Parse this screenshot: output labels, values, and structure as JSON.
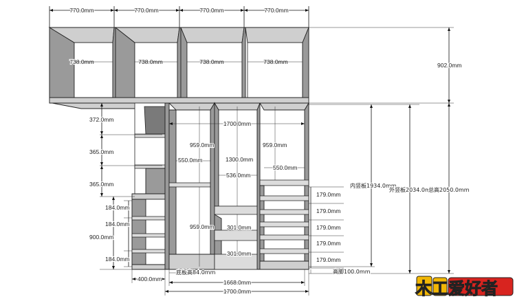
{
  "top_widths": [
    "770.0mm",
    "770.0mm",
    "770.0mm",
    "770.0mm"
  ],
  "top_inner_widths": [
    "738.0mm",
    "738.0mm",
    "738.0mm",
    "738.0mm"
  ],
  "top_height": "902.0mm",
  "left_gaps": [
    "372.0mm",
    "365.0mm",
    "365.0mm"
  ],
  "left_total_height": "900.0mm",
  "left_drawers": [
    "184.0mm",
    "184.0mm",
    "184.0mm"
  ],
  "inner_top_width": "1700.0mm",
  "col_heights": {
    "left": "959.0mm",
    "right": "959.0mm",
    "lower_left": "959.0mm",
    "middle": "1300.0mm"
  },
  "col_widths": {
    "left": "550.0mm",
    "middle": "536.0mm",
    "right": "550.0mm"
  },
  "middle_drawers": [
    "301.0mm",
    "301.0mm"
  ],
  "right_drawers": [
    "179.0mm",
    "179.0mm",
    "179.0mm",
    "179.0mm",
    "179.0mm"
  ],
  "vertical_labels": {
    "inner_panel": "内竖板1934.0mm",
    "outer_panel": "外竖板2034.0mm",
    "total_height": "总高2050.0mm"
  },
  "bottom": {
    "left_depth": "400.0mm",
    "base_board": "底板高84.0mm",
    "toe_kick": "高脚100.0mm",
    "inner_width": "1668.0mm",
    "total_width": "1700.0mm"
  },
  "watermark": "木工爱好者",
  "colors": {
    "panel": "#cfcfcf",
    "side": "#9a9a9a",
    "dark": "#7a7a7a",
    "watermark_red": "#d8241f",
    "watermark_gold": "#f2b705"
  }
}
